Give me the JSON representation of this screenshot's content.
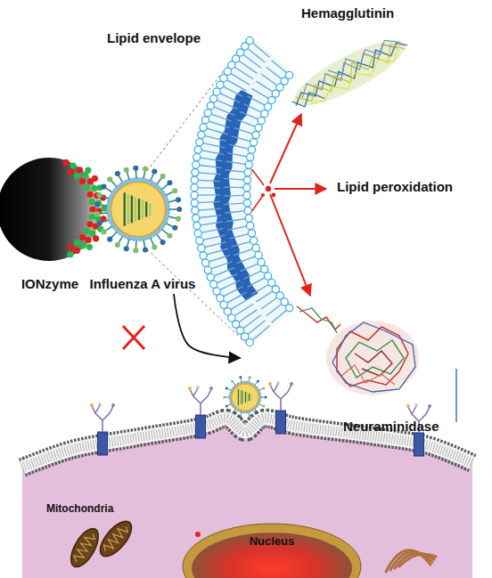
{
  "diagram": {
    "nodes": [
      {
        "text": [
          "Lipid envelope"
        ]
      },
      {
        "text": [
          "IONzyme"
        ]
      },
      {
        "text": [
          "Influenza A virus"
        ]
      },
      {
        "text": [
          "Mitochondria"
        ]
      },
      {
        "text": [
          "Nucleus"
        ],
        "in": 3
      }
    ],
    "edges": [
      {
        "from": 2,
        "to": 3,
        "arrow": "to"
      }
    ],
    "labels": [
      "Hemagglutinin",
      "Lipid peroxidation",
      "Neuraminidase"
    ]
  }
}
